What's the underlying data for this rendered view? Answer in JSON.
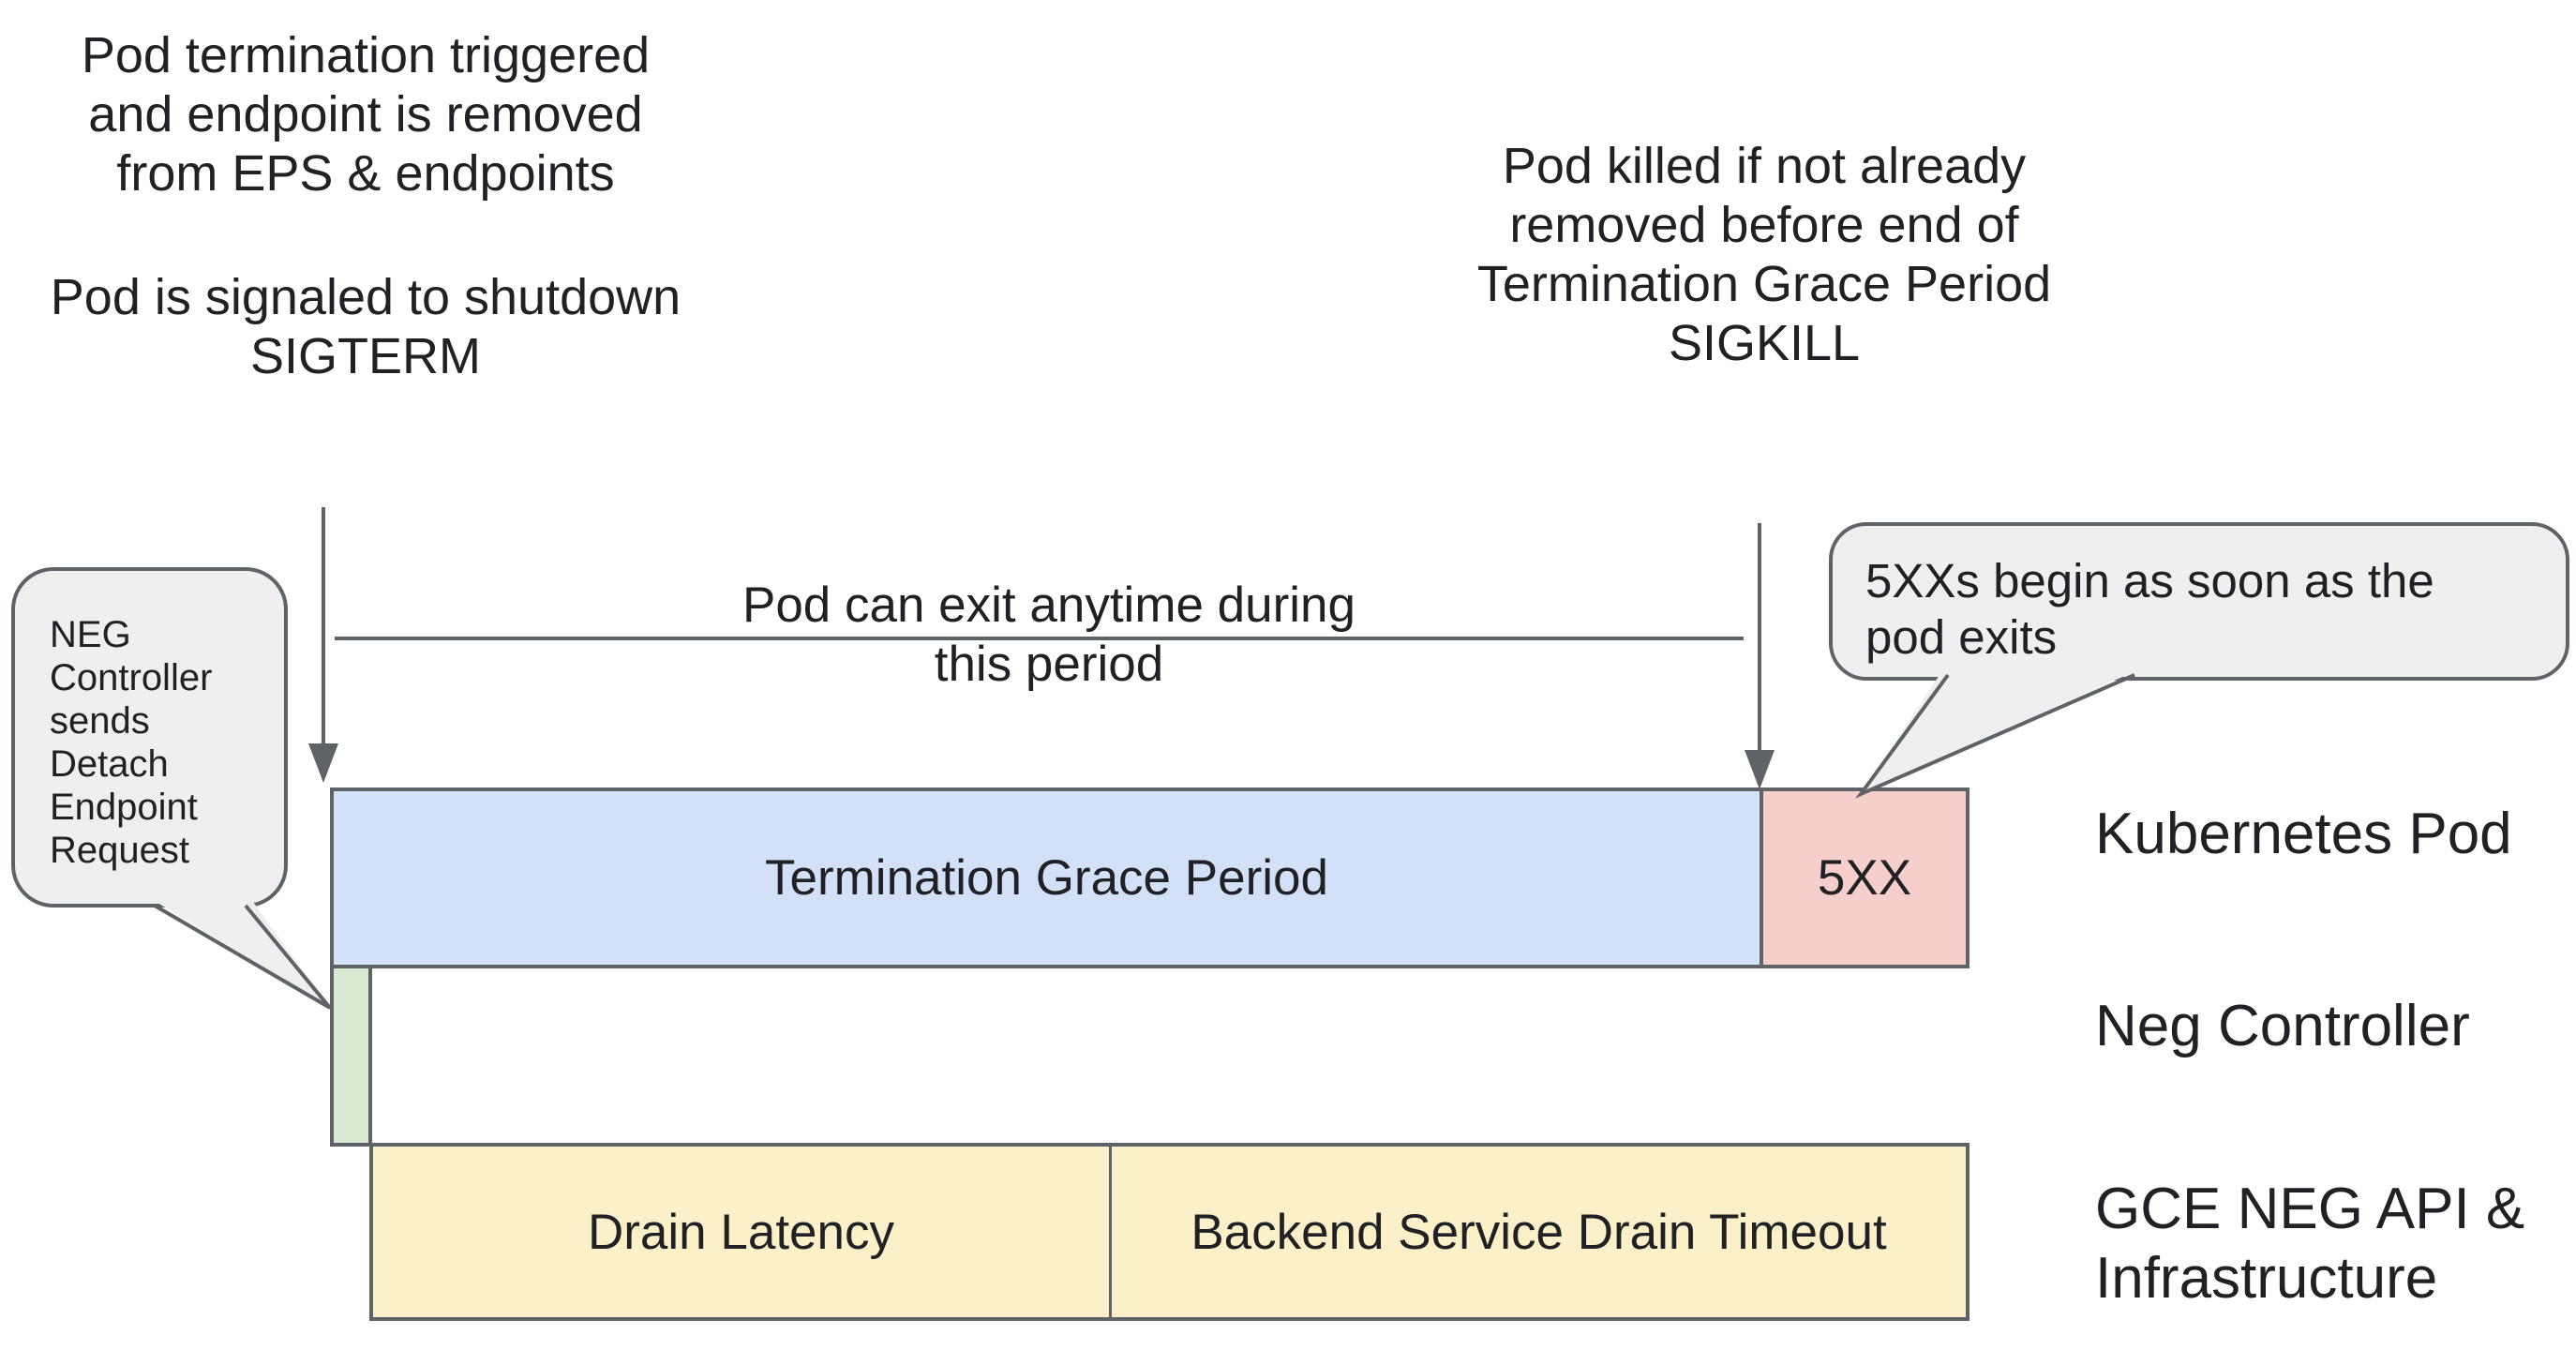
{
  "colors": {
    "background": "#ffffff",
    "outline": "#5f6368",
    "text": "#202124",
    "pod_bar_fill": "#d3e1f8",
    "error_fill": "#f6cecb",
    "neg_fill": "#d7e8d3",
    "gce_fill": "#fbf0c7",
    "callout_fill": "#efefef"
  },
  "annotations": {
    "pod_termination": {
      "lines": [
        "Pod termination triggered",
        "and endpoint is removed",
        "from EPS & endpoints"
      ]
    },
    "pod_signaled": {
      "lines": [
        "Pod is signaled to shutdown",
        "SIGTERM"
      ]
    },
    "pod_killed": {
      "lines": [
        "Pod killed if not already",
        "removed before end of",
        "Termination Grace Period",
        "SIGKILL"
      ]
    },
    "exit_note": "Pod can exit anytime during this period"
  },
  "callouts": {
    "neg_controller": {
      "lines": [
        "NEG",
        "Controller",
        "sends",
        "Detach",
        "Endpoint",
        "Request"
      ]
    },
    "fivexx": {
      "lines": [
        "5XXs begin as soon as the",
        "pod exits"
      ]
    }
  },
  "timeline": {
    "kubernetes_pod": {
      "grace_label": "Termination Grace Period",
      "error_label": "5XX"
    },
    "gce": {
      "drain_label": "Drain Latency",
      "backend_label": "Backend Service Drain Timeout"
    }
  },
  "row_labels": {
    "kubernetes_pod": "Kubernetes Pod",
    "neg_controller": "Neg Controller",
    "gce": {
      "lines": [
        "GCE NEG API &",
        "Infrastructure"
      ]
    }
  }
}
